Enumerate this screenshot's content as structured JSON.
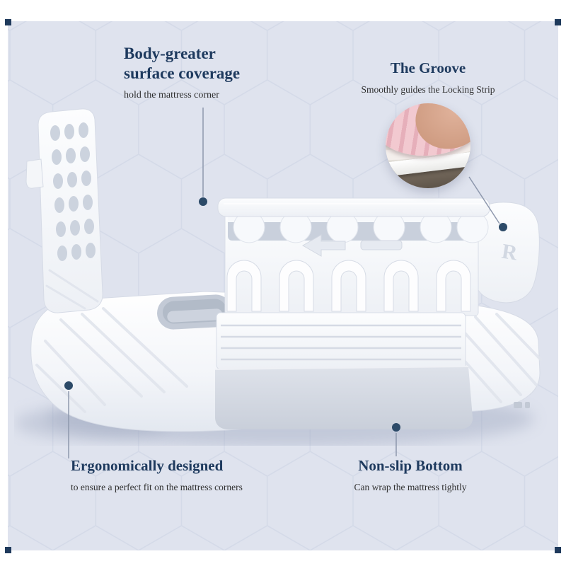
{
  "canvas": {
    "background_color": "#dfe3ee",
    "page_color": "#ffffff",
    "handle_color": "#1f3a5c"
  },
  "colors": {
    "title": "#1e3a5e",
    "subtitle": "#2f2f2f",
    "connector_line": "#8e98ad",
    "connector_dot": "#2c4a68",
    "product_white": "#ffffff"
  },
  "callouts": {
    "coverage": {
      "title_line1": "Body-greater",
      "title_line2": "surface coverage",
      "subtitle": "hold the mattress corner"
    },
    "groove": {
      "title": "The Groove",
      "subtitle": "Smoothly guides the Locking Strip"
    },
    "ergonomic": {
      "title": "Ergonomically designed",
      "subtitle": "to ensure a perfect fit on the mattress corners"
    },
    "nonslip": {
      "title": "Non-slip Bottom",
      "subtitle": "Can wrap the mattress tightly"
    }
  },
  "product": {
    "right_marking": "R"
  }
}
